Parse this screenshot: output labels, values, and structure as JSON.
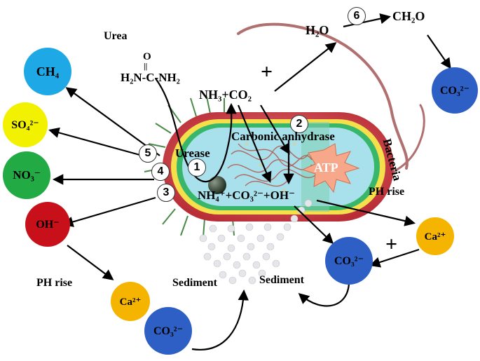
{
  "labels": {
    "urea": "Urea",
    "urea_formula_top": "O",
    "urea_formula_mid": "||",
    "urea_formula": "H₂N-C-NH₂",
    "nh3_co2": "NH₃+CO₂",
    "plus_top": "+",
    "h2o": "H₂O",
    "ch2o": "CH₂O",
    "carbonic_anhydrase": "Carbonic anhydrase",
    "urease": "Urease",
    "atp": "ATP",
    "products": "NH₄⁺+CO₃²⁻+OH⁻",
    "bacteria": "Bacteria",
    "ph_rise_right": "PH rise",
    "ph_rise_left": "PH rise",
    "sediment_center": "Sediment",
    "sediment_right": "Sediment",
    "plus_bottom": "+"
  },
  "step_numbers": [
    "1",
    "2",
    "3",
    "4",
    "5",
    "6"
  ],
  "ions": {
    "ch4": "CH₄",
    "so4": "SO₄²⁻",
    "no3": "NO₃⁻",
    "oh": "OH⁻",
    "co3_topright": "CO₃²⁻",
    "ca_right": "Ca²⁺",
    "co3_right": "CO₃²⁻",
    "ca_bottom": "Ca²⁺",
    "co3_bottom": "CO₃²⁻"
  },
  "colors": {
    "ch4": "#1fa8e6",
    "so4": "#f2f200",
    "no3": "#22aa44",
    "oh": "#c8101a",
    "co3": "#2e5fc4",
    "ca": "#f5b400",
    "cell_outer": "#d9434a",
    "cell_yellow": "#f5e04c",
    "cell_green": "#38b76a",
    "cytoplasm": "#a8e0ec",
    "atp": "#f7a78a"
  }
}
